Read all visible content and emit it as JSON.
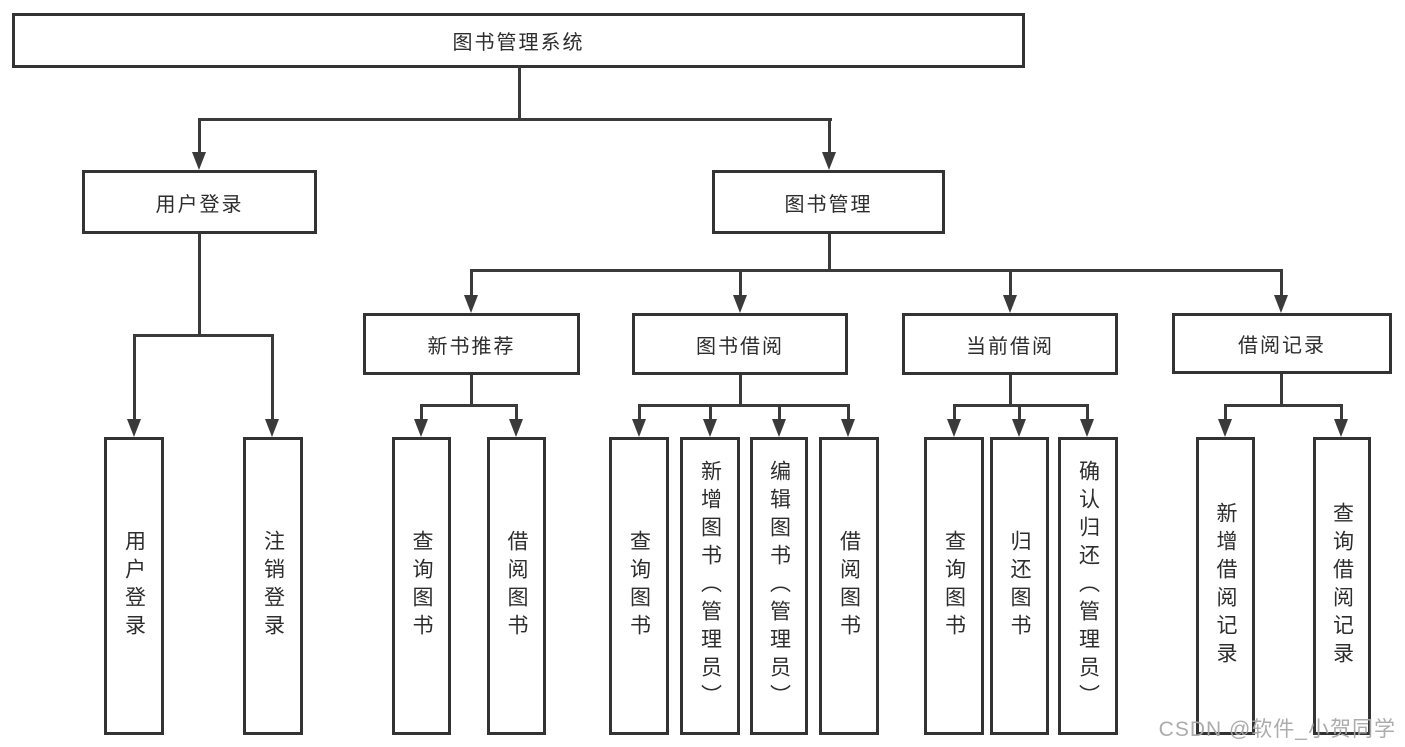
{
  "diagram": {
    "title_node": {
      "label": "图书管理系统"
    },
    "level2": {
      "user_login": {
        "label": "用户登录"
      },
      "book_mgmt": {
        "label": "图书管理"
      }
    },
    "level3": {
      "new_book_rec": {
        "label": "新书推荐"
      },
      "book_borrow": {
        "label": "图书借阅"
      },
      "current_borrow": {
        "label": "当前借阅"
      },
      "borrow_record": {
        "label": "借阅记录"
      }
    },
    "leaves": {
      "user_login_leaf": {
        "label": "用户登录"
      },
      "logout": {
        "label": "注销登录"
      },
      "query_book_1": {
        "label": "查询图书"
      },
      "borrow_book_1": {
        "label": "借阅图书"
      },
      "query_book_2": {
        "label": "查询图书"
      },
      "add_book_admin": {
        "label": "新增图书（管理员）"
      },
      "edit_book_admin": {
        "label": "编辑图书（管理员）"
      },
      "borrow_book_2": {
        "label": "借阅图书"
      },
      "query_book_3": {
        "label": "查询图书"
      },
      "return_book": {
        "label": "归还图书"
      },
      "confirm_return_admin": {
        "label": "确认归还（管理员）"
      },
      "add_borrow_record": {
        "label": "新增借阅记录"
      },
      "query_borrow_record": {
        "label": "查询借阅记录"
      }
    }
  },
  "colors": {
    "line": "#3a3a3a",
    "border": "#333333",
    "text": "#2d2d2d",
    "background": "#ffffff",
    "watermark": "#a8a8a8"
  },
  "watermark": {
    "text": "CSDN @软件_小贺同学"
  }
}
